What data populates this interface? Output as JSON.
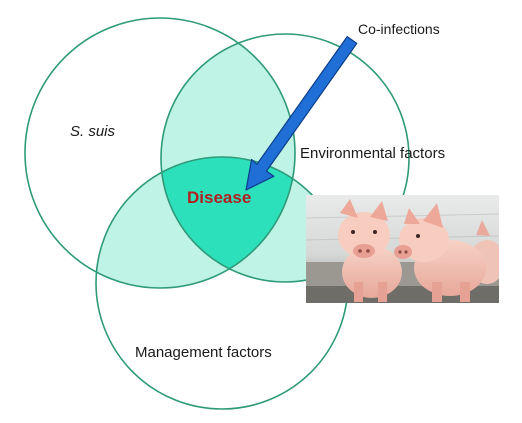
{
  "diagram": {
    "sets": [
      {
        "label": "S. suis"
      },
      {
        "label": "Environmental factors"
      },
      {
        "label": "Management factors"
      }
    ],
    "intersection_label": "Disease",
    "arrow_label": "Co-infections",
    "photo": "pigs-photo"
  },
  "colors": {
    "circle_stroke": "#2e9a78",
    "pair_overlap_fill": "#bff3e6",
    "center_overlap_fill": "#2de0bc",
    "disease_text": "#b21f1f",
    "arrow_fill": "#1f6fd6",
    "arrow_stroke": "#0d3f8a"
  }
}
